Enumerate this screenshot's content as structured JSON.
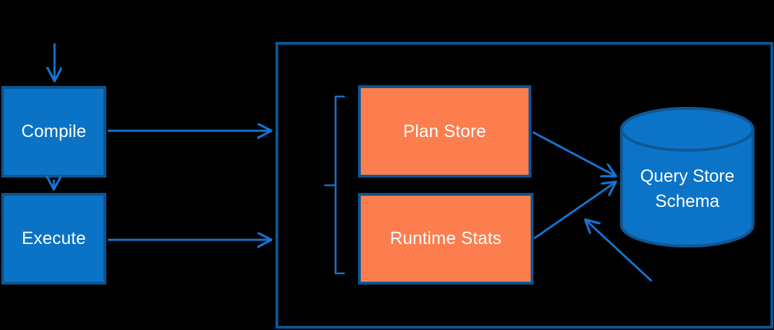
{
  "nodes": {
    "compile": {
      "label": "Compile"
    },
    "execute": {
      "label": "Execute"
    },
    "plan_store": {
      "label": "Plan Store"
    },
    "runtime_stats": {
      "label": "Runtime Stats"
    },
    "query_store_schema": {
      "label": "Query Store Schema"
    }
  },
  "colors": {
    "background": "#000000",
    "node_blue_fill": "#0B73C6",
    "node_orange_fill": "#FC7E4E",
    "border_navy": "#0A5694",
    "arrow_blue": "#1474D0",
    "cylinder_fill": "#0B74C8",
    "cylinder_stroke": "#0F5795",
    "text": "#FFFFFF"
  }
}
